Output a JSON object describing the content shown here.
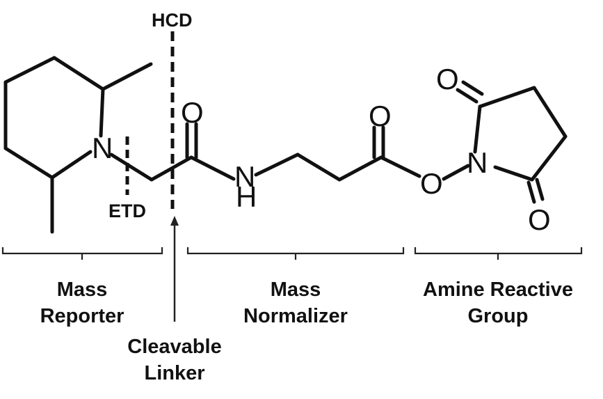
{
  "atoms": {
    "reporter_n": "N",
    "carbonyl_o": "O",
    "amide_n": "N",
    "amide_h": "H",
    "ester_carbonyl_o": "O",
    "ester_o": "O",
    "succinimide_n": "N",
    "succinimide_o_top": "O",
    "succinimide_o_bottom": "O"
  },
  "cleavage": {
    "hcd": "HCD",
    "etd": "ETD"
  },
  "regions": {
    "mass_reporter": [
      "Mass",
      "Reporter"
    ],
    "cleavable_linker": [
      "Cleavable",
      "Linker"
    ],
    "mass_normalizer": [
      "Mass",
      "Normalizer"
    ],
    "amine_reactive_group": [
      "Amine Reactive",
      "Group"
    ]
  }
}
